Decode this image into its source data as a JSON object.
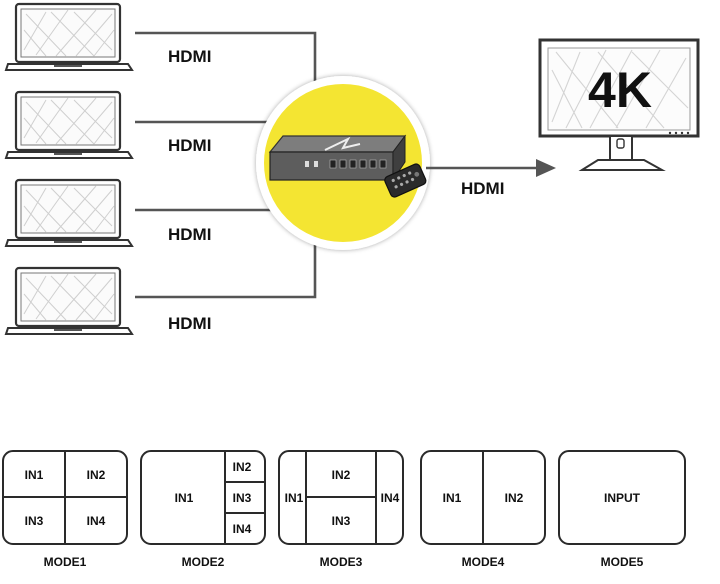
{
  "connection": {
    "input_labels": [
      "HDMI",
      "HDMI",
      "HDMI",
      "HDMI"
    ],
    "output_label": "HDMI",
    "display_badge": "4K"
  },
  "colors": {
    "hub_highlight": "#f4e531",
    "wire": "#555555",
    "outline": "#2a2a2a"
  },
  "icons": [
    "laptop-icon",
    "hdmi-switch-icon",
    "remote-control-icon",
    "monitor-icon",
    "arrow-icon"
  ],
  "modes": [
    {
      "name": "MODE1",
      "cells": [
        "IN1",
        "IN2",
        "IN3",
        "IN4"
      ]
    },
    {
      "name": "MODE2",
      "cells": [
        "IN1",
        "IN2",
        "IN3",
        "IN4"
      ]
    },
    {
      "name": "MODE3",
      "cells": [
        "IN1",
        "IN2",
        "IN3",
        "IN4"
      ]
    },
    {
      "name": "MODE4",
      "cells": [
        "IN1",
        "IN2"
      ]
    },
    {
      "name": "MODE5",
      "cells": [
        "INPUT"
      ]
    }
  ]
}
